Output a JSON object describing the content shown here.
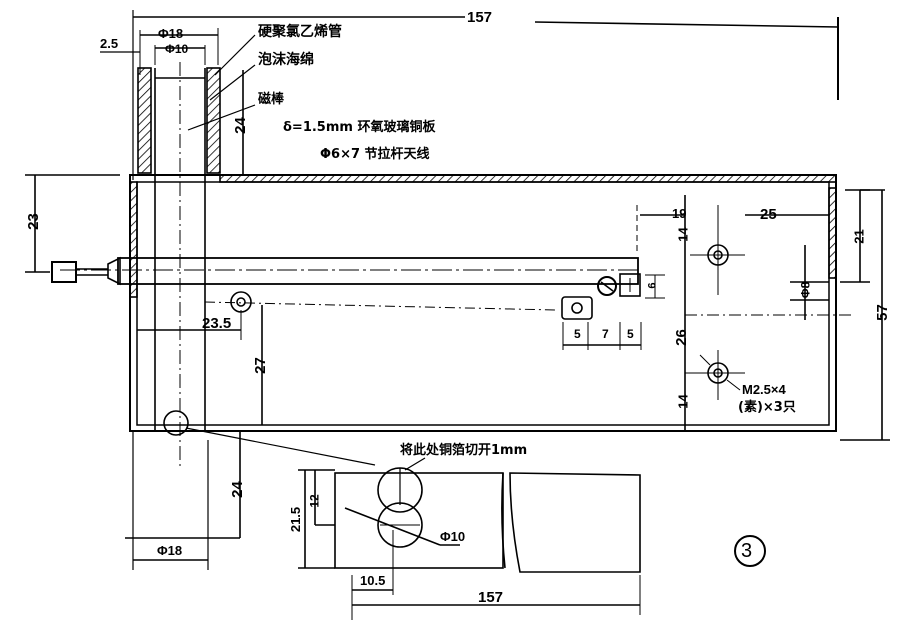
{
  "drawing": {
    "figure_number": "③",
    "callouts": {
      "pvc_tube": "硬聚氯乙烯管",
      "foam_sponge": "泡沫海绵",
      "magnetic_rod": "磁棒",
      "epoxy_board": "δ=1.5mm 环氧玻璃铜板",
      "antenna": "Φ6×7 节拉杆天线",
      "cut_note": "将此处铜箔切开1mm",
      "screw_note_1": "M2.5×4",
      "screw_note_2": "(素)×3只"
    },
    "dimensions": {
      "overall_length_top": "157",
      "overall_length_bottom": "157",
      "tube_outer_dia_top": "Φ18",
      "tube_inner_dia": "Φ10",
      "wall_thickness": "2.5",
      "tube_height": "24",
      "antenna_offset": "23",
      "hole_x": "23.5",
      "hole_y": "27",
      "tube_lower": "24",
      "tube_outer_dia_bottom": "Φ18",
      "right_19": "19",
      "right_25": "25",
      "right_14_top": "14",
      "right_26": "26",
      "right_14_bottom": "14",
      "right_21": "21",
      "right_phi8": "Φ8",
      "overall_height": "57",
      "clip_6": "6",
      "clip_5a": "5",
      "clip_7": "7",
      "clip_5b": "5",
      "detail_21_5": "21.5",
      "detail_12": "12",
      "detail_phi10": "Φ10",
      "detail_10_5": "10.5"
    }
  }
}
